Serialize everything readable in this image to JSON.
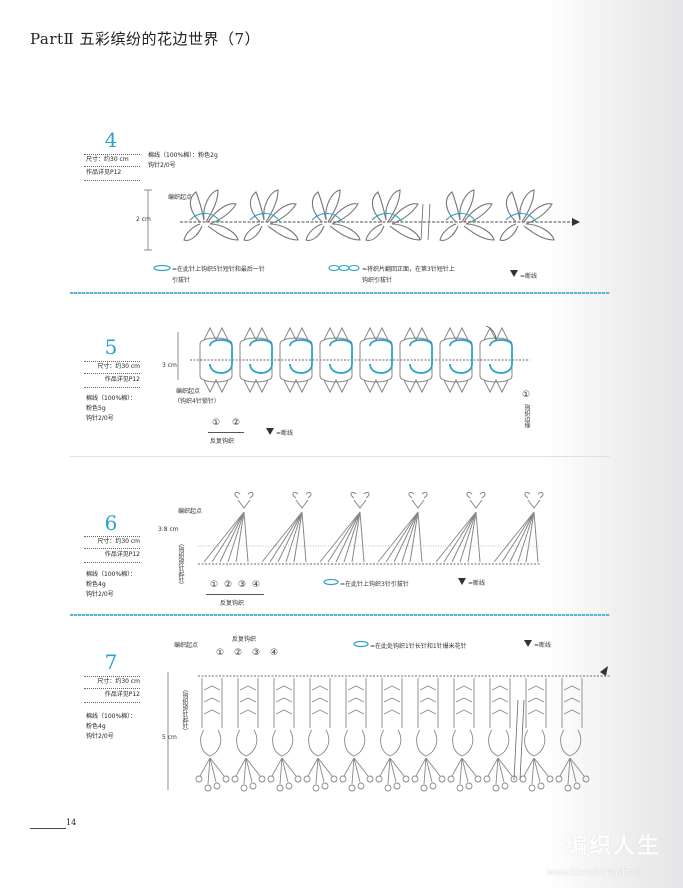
{
  "header": {
    "title": "PartⅡ 五彩缤纷的花边世界（7）"
  },
  "sections": [
    {
      "number": "4",
      "size": "尺寸：约30 cm",
      "see": "作品详见P12",
      "materials": [
        "棉线（100%棉）：粉色2g",
        "钩针2/0号"
      ],
      "start": "编织起点",
      "height": "2 cm",
      "notes": [
        "=在此针上钩织5针短针和最后一针",
        "引拔针",
        "=将织片翻回正面，在第3针短针上",
        "钩织引拔针",
        "=断线"
      ]
    },
    {
      "number": "5",
      "size": "尺寸：约30 cm",
      "see": "作品详见P12",
      "materials": [
        "棉线（100%棉）：",
        "粉色5g",
        "钩针2/0号"
      ],
      "start": "编织起点",
      "start_sub": "（钩织4针锁针）",
      "height": "3 cm",
      "repeat": "反复钩织",
      "markers": [
        "①",
        "②"
      ],
      "end_marker": "①",
      "end_label": "钩织边缘",
      "notes": [
        "=断线"
      ]
    },
    {
      "number": "6",
      "size": "尺寸：约30 cm",
      "see": "作品详见P12",
      "materials": [
        "棉线（100%棉）：",
        "粉色4g",
        "钩针2/0号"
      ],
      "start": "编织起点",
      "height": "3.8 cm",
      "side_label": "（钩织锁针起针）",
      "repeat": "反复钩织",
      "markers": [
        "①",
        "②",
        "③",
        "④"
      ],
      "notes": [
        "=在此针上钩织3针引拔针",
        "=断线"
      ]
    },
    {
      "number": "7",
      "size": "尺寸：约30 cm",
      "see": "作品详见P12",
      "materials": [
        "棉线（100%棉）：",
        "粉色4g",
        "钩针2/0号"
      ],
      "start": "编织起点",
      "height": "5 cm",
      "side_label": "（钩织锁针起针）",
      "repeat": "反复钩织",
      "markers": [
        "①",
        "②",
        "③",
        "④"
      ],
      "notes": [
        "=在此处钩织1针长针和1针爆米花针",
        "=断线"
      ]
    }
  ],
  "footer": {
    "page": "14"
  },
  "watermark": {
    "text": "编织人生",
    "url": "www.bianzhirensheng.com"
  },
  "colors": {
    "accent": "#2aa3c8",
    "line": "#5ab6d3",
    "stitch": "#7a7a7a"
  }
}
